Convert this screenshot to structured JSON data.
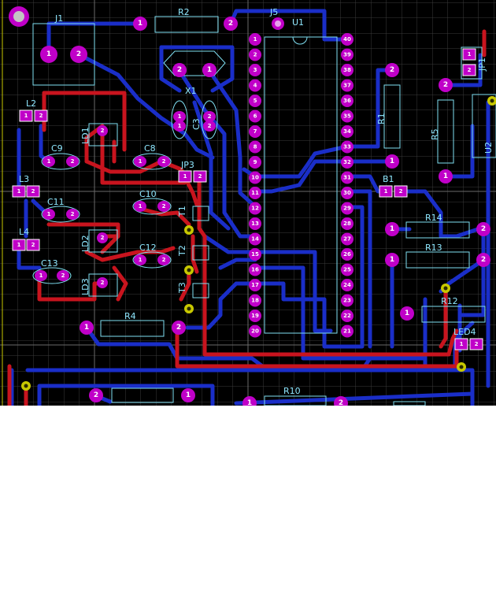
{
  "colors": {
    "background": "#000000",
    "grid": "#3a3a3a",
    "grid_major": "#6a6a6a",
    "silkscreen": "#7fdff2",
    "trace_bottom": "#1a2ec8",
    "trace_top": "#c8141e",
    "pad": "#c000c8",
    "via": "#c8c800",
    "pad_text": "#ffffff"
  },
  "labels": {
    "j1": "J1",
    "j5": "J5",
    "u1": "U1",
    "u2": "U2",
    "jp1": "JP1",
    "jp3": "JP3",
    "r1": "R1",
    "r2": "R2",
    "r4": "R4",
    "r5": "R5",
    "r10": "R10",
    "r12": "R12",
    "r13": "R13",
    "r14": "R14",
    "l2": "L2",
    "l3": "L3",
    "l4": "L4",
    "ld1": "LD1",
    "ld2": "LD2",
    "ld3": "LD3",
    "led4": "LED4",
    "x1": "X1",
    "c3": "C3",
    "c8": "C8",
    "c9": "C9",
    "c10": "C10",
    "c11": "C11",
    "c12": "C12",
    "c13": "C13",
    "t1": "T1",
    "t2": "T2",
    "t3": "T3",
    "b1": "B1"
  },
  "pad_numbers": {
    "one": "1",
    "two": "2"
  },
  "u1_pins": {
    "left": [
      "1",
      "2",
      "3",
      "4",
      "5",
      "6",
      "7",
      "8",
      "9",
      "10",
      "11",
      "12",
      "13",
      "14",
      "15",
      "16",
      "17",
      "18",
      "19",
      "20"
    ],
    "right": [
      "40",
      "39",
      "38",
      "37",
      "36",
      "35",
      "34",
      "33",
      "32",
      "31",
      "30",
      "29",
      "28",
      "27",
      "26",
      "25",
      "24",
      "23",
      "22",
      "21"
    ]
  }
}
